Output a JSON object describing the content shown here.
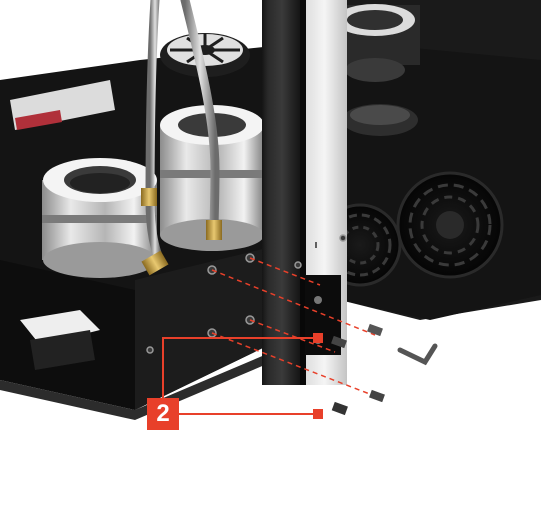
{
  "illustration": {
    "callout": {
      "number": "2"
    },
    "colors": {
      "accent": "#e8402a",
      "frame_black": "#111111",
      "steel": "#c8c8c8",
      "brass": "#c9a24a"
    },
    "parts": [
      "aluminum-rail",
      "hex-key",
      "screw",
      "ring-collar",
      "fan-grille",
      "braided-hose"
    ]
  }
}
